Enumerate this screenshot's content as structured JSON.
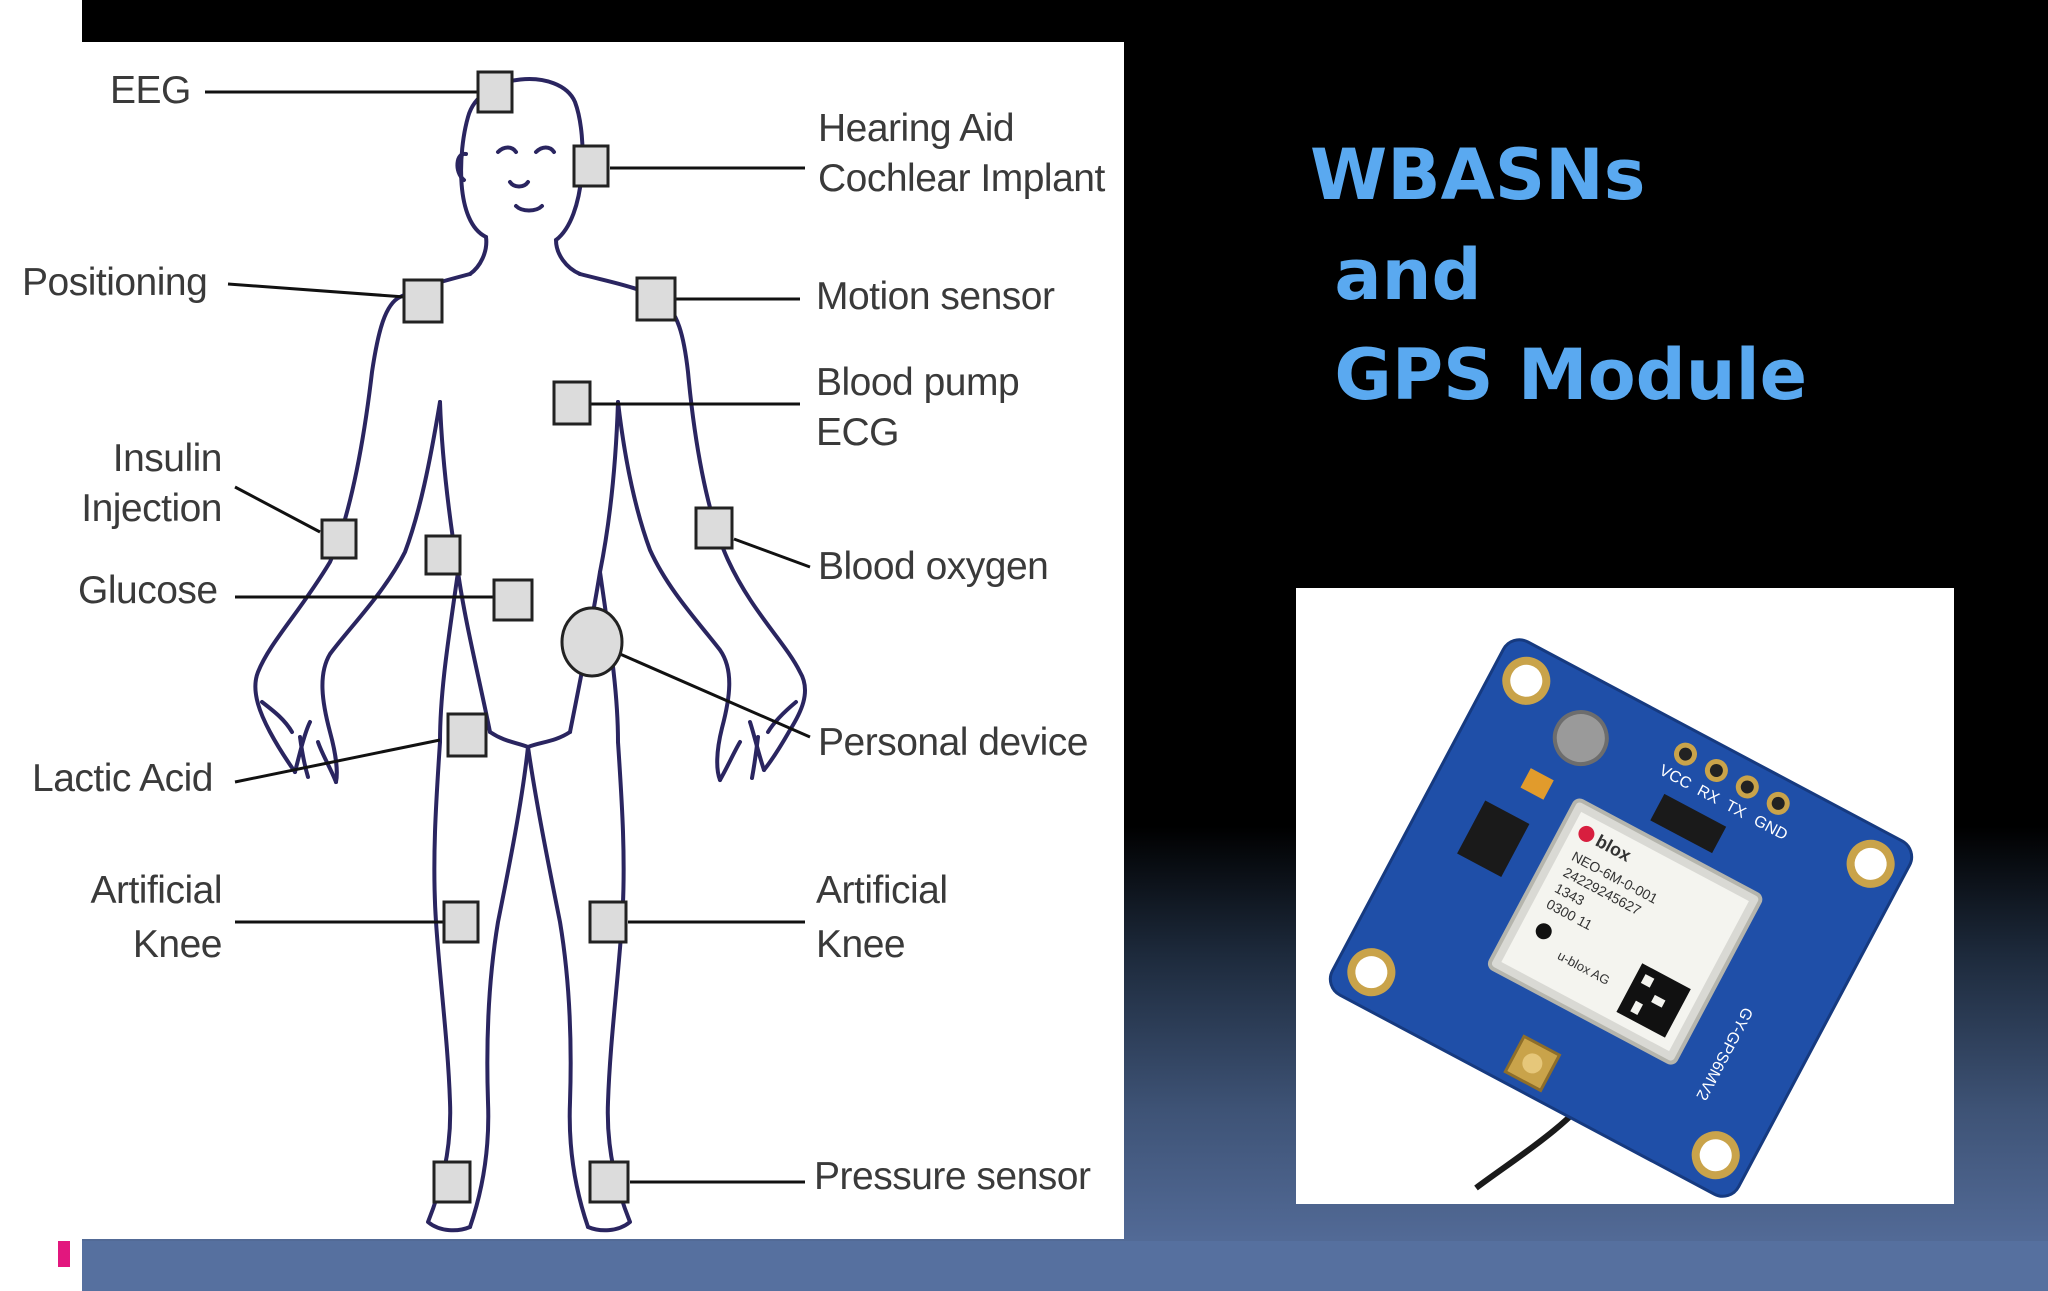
{
  "slide": {
    "title_lines": [
      "WBASNs",
      " and",
      " GPS Module"
    ]
  },
  "diagram": {
    "labels": {
      "eeg": "EEG",
      "hearing_aid_1": "Hearing Aid",
      "hearing_aid_2": "Cochlear Implant",
      "positioning": "Positioning",
      "motion_sensor": "Motion sensor",
      "blood_pump_1": "Blood pump",
      "blood_pump_2": "ECG",
      "insulin_1": "Insulin",
      "insulin_2": "Injection",
      "glucose": "Glucose",
      "blood_oxygen": "Blood oxygen",
      "personal_device": "Personal device",
      "lactic_acid": "Lactic Acid",
      "knee_left_1": "Artificial",
      "knee_left_2": "Knee",
      "knee_right_1": "Artificial",
      "knee_right_2": "Knee",
      "pressure_sensor": "Pressure sensor"
    }
  },
  "gps_board": {
    "pin_labels": [
      "VCC",
      "RX",
      "TX",
      "GND"
    ],
    "brand": "blox",
    "chip_lines": [
      "NEO-6M-0-001",
      "24229245627",
      "1343",
      "0300  11"
    ],
    "maker": "u-blox AG",
    "board_id": "GY-GPS6MV2"
  },
  "colors": {
    "title": "#5aa9f0",
    "accent": "#e2177e",
    "body_outline": "#2a2560",
    "board": "#1f4fa8"
  }
}
